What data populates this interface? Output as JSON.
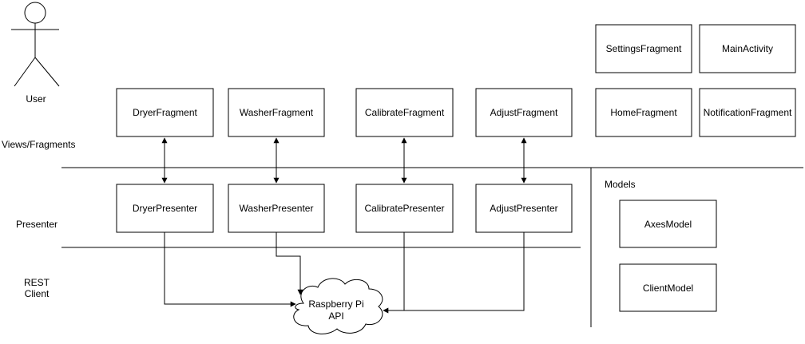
{
  "actor": {
    "label": "User"
  },
  "layers": {
    "views": "Views/Fragments",
    "presenter": "Presenter",
    "rest_line1": "REST",
    "rest_line2": "Client",
    "models": "Models"
  },
  "fragments": {
    "dryer": "DryerFragment",
    "washer": "WasherFragment",
    "calibrate": "CalibrateFragment",
    "adjust": "AdjustFragment",
    "settings": "SettingsFragment",
    "main_activity": "MainActivity",
    "home": "HomeFragment",
    "notification": "NotificationFragment"
  },
  "presenters": {
    "dryer": "DryerPresenter",
    "washer": "WasherPresenter",
    "calibrate": "CalibratePresenter",
    "adjust": "AdjustPresenter"
  },
  "models": {
    "axes": "AxesModel",
    "client": "ClientModel"
  },
  "cloud": {
    "line1": "Raspberry Pi",
    "line2": "API"
  }
}
